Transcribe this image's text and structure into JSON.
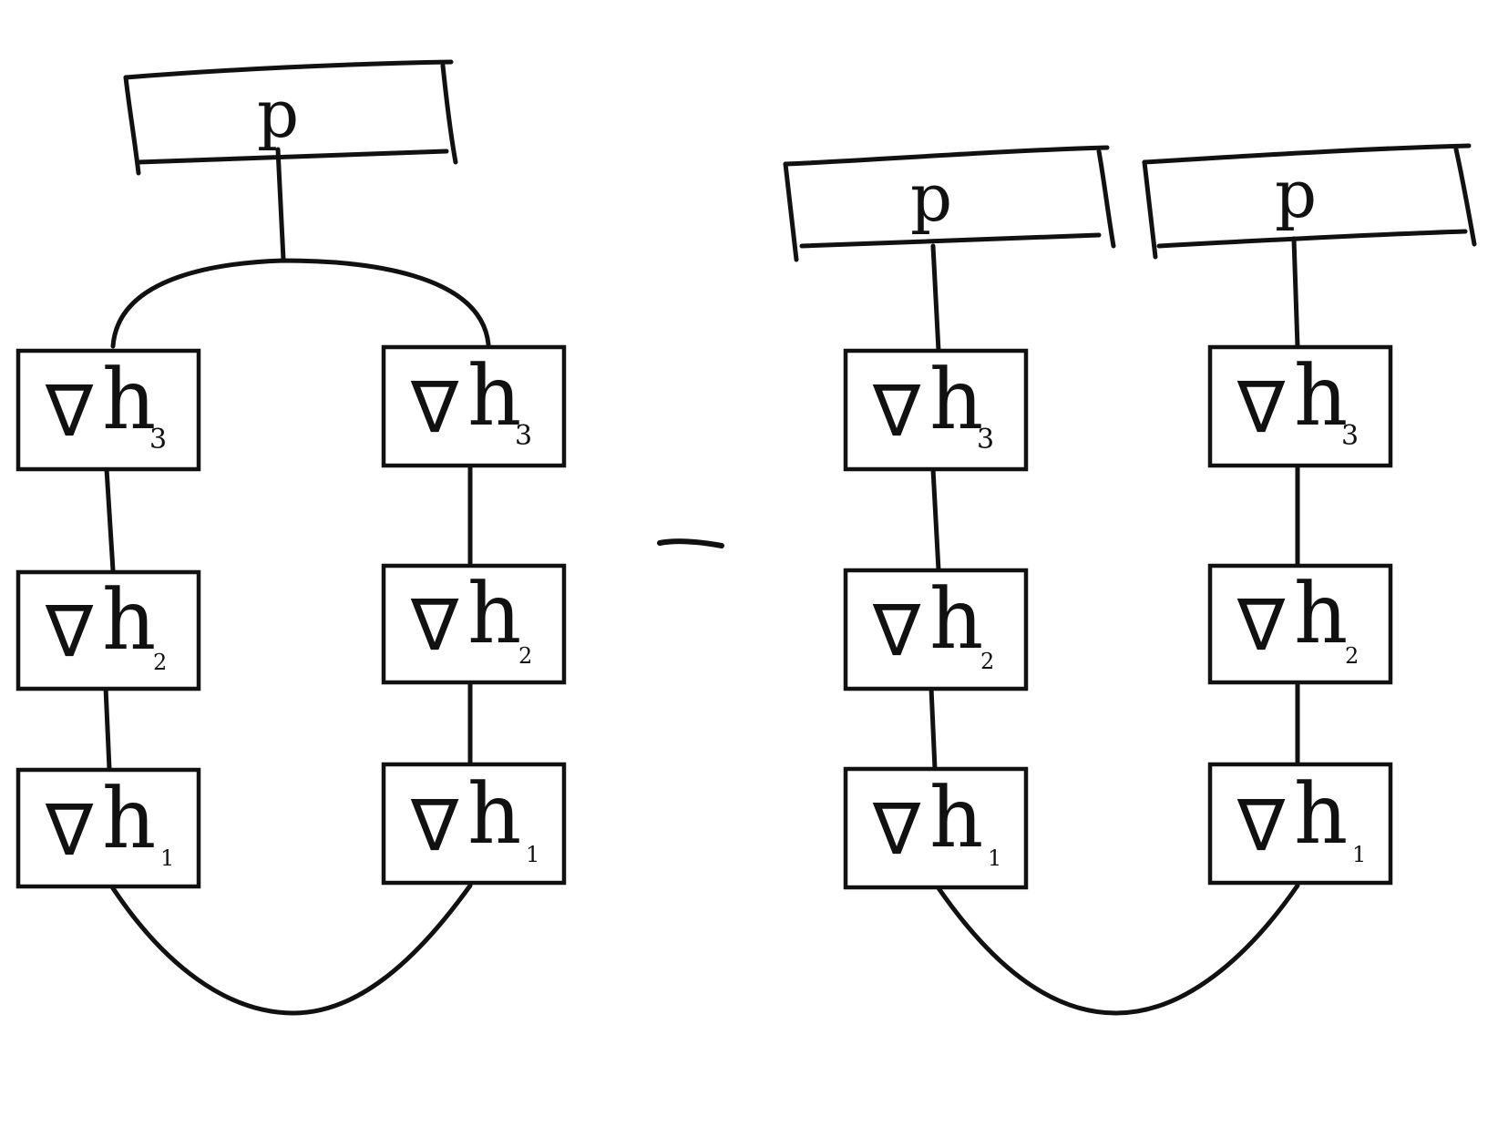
{
  "diagram": {
    "operator": "−",
    "tensor_label": "p",
    "gradient_symbol": "∇",
    "function_symbol": "h",
    "layer_indices": [
      "3",
      "2",
      "1"
    ]
  },
  "groups": [
    {
      "name": "left-contracted-pair",
      "tensors": 1,
      "columns": 2
    },
    {
      "name": "right-product-pair",
      "tensors": 2,
      "columns": 2
    }
  ],
  "colors": {
    "ink": "#111111",
    "background": "#ffffff"
  }
}
